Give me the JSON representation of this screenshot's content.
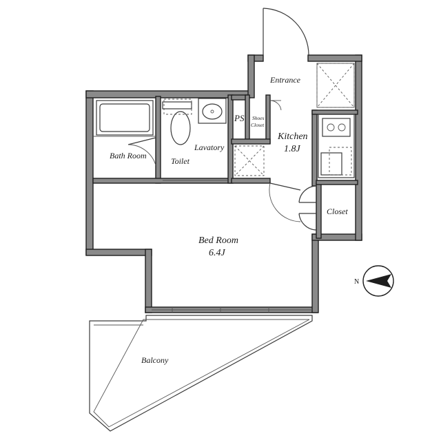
{
  "rooms": {
    "entrance": "Entrance",
    "kitchen_name": "Kitchen",
    "kitchen_size": "1.8J",
    "bath_room": "Bath Room",
    "toilet": "Toilet",
    "lavatory": "Lavatory",
    "ps": "PS",
    "shoes_closet_line1": "Shoes",
    "shoes_closet_line2": "Closet",
    "closet": "Closet",
    "bed_room_name": "Bed Room",
    "bed_room_size": "6.4J",
    "balcony": "Balcony"
  },
  "compass": {
    "north_label": "N",
    "icon": "north-arrow-icon"
  },
  "colors": {
    "wall_fill": "#8a8a8a",
    "wall_stroke": "#1e1e1e",
    "background": "#ffffff"
  }
}
